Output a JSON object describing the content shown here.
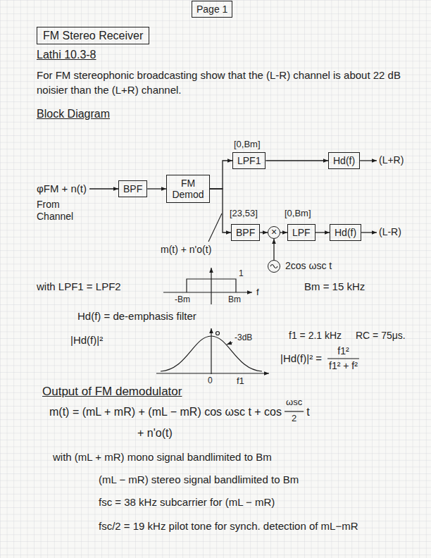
{
  "diagram": {
    "title": "FM Stereo Receiver",
    "nodes": [
      {
        "text": [
          "Page 1"
        ]
      },
      {
        "text": [
          "BPF"
        ]
      },
      {
        "text": [
          "FM Demod"
        ]
      },
      {
        "text": [
          "LPF1"
        ]
      },
      {
        "text": [
          "Hd(f)"
        ]
      },
      {
        "text": [
          "BPF"
        ]
      },
      {
        "text": [
          "×"
        ]
      },
      {
        "text": [
          "LPF"
        ]
      },
      {
        "text": [
          "Hd(f)"
        ]
      },
      {
        "text": [
          "2cos ωsc t"
        ]
      }
    ],
    "edges": [
      {
        "from": 1,
        "to": 2,
        "arrow": "to"
      },
      {
        "from": 2,
        "to": 3,
        "arrow": "to"
      },
      {
        "from": 2,
        "to": 5,
        "arrow": "to"
      },
      {
        "from": 3,
        "to": 4,
        "arrow": "to"
      },
      {
        "from": 5,
        "to": 6,
        "arrow": "to"
      },
      {
        "from": 9,
        "to": 6,
        "arrow": "to"
      },
      {
        "from": 6,
        "to": 7,
        "arrow": "to"
      },
      {
        "from": 7,
        "to": 8,
        "arrow": "to"
      }
    ],
    "labels": [
      "Lathi 10.3-8",
      "For FM stereophonic broadcasting show that the (L-R) channel is about 22 dB noisier than the (L+R) channel.",
      "Block Diagram",
      "[0,Bm]",
      "(L+R)",
      "φFM + n(t)",
      "From Channel",
      "[23,53]",
      "[0,Bm]",
      "(L-R)",
      "m(t) + n'o(t)",
      "with LPF1 = LPF2",
      "1",
      "-Bm",
      "Bm",
      "f",
      "Bm = 15 kHz",
      "Hd(f) = de-emphasis filter",
      "|Hd(f)|²",
      "-3dB",
      "0",
      "f1",
      "f1 = 2.1 kHz",
      "RC = 75μs.",
      "|Hd(f)|² =",
      "f1²",
      "f1² + f²",
      "Output of FM demodulator",
      "m(t) = (mL + mR) + (mL − mR) cos ωsc t + cos",
      "ωsc",
      "2",
      "t",
      "+ n'o(t)",
      "with (mL + mR) mono signal bandlimited to Bm",
      "(mL − mR) stereo signal bandlimited to Bm",
      "fsc = 38 kHz subcarrier for (mL − mR)",
      "fsc/2 = 19 kHz pilot tone for synch. detection of mL−mR"
    ]
  }
}
